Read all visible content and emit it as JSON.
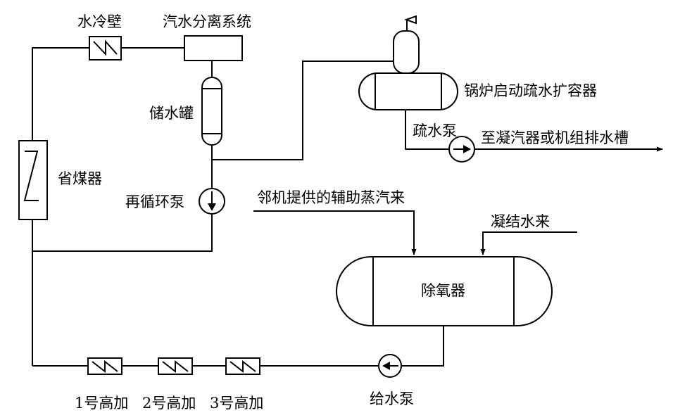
{
  "labels": {
    "water_wall": "水冷壁",
    "separator": "汽水分离系统",
    "storage_tank": "储水罐",
    "economizer": "省煤器",
    "recirc_pump": "再循环泵",
    "flash_tank": "锅炉启动疏水扩容器",
    "drain_pump": "疏水泵",
    "to_condenser": "至凝汽器或机组排水槽",
    "aux_steam": "邻机提供的辅助蒸汽来",
    "condensate": "凝结水来",
    "deaerator": "除氧器",
    "feed_pump": "给水泵",
    "hp_heater_1": "1号高加",
    "hp_heater_2": "2号高加",
    "hp_heater_3": "3号高加"
  }
}
